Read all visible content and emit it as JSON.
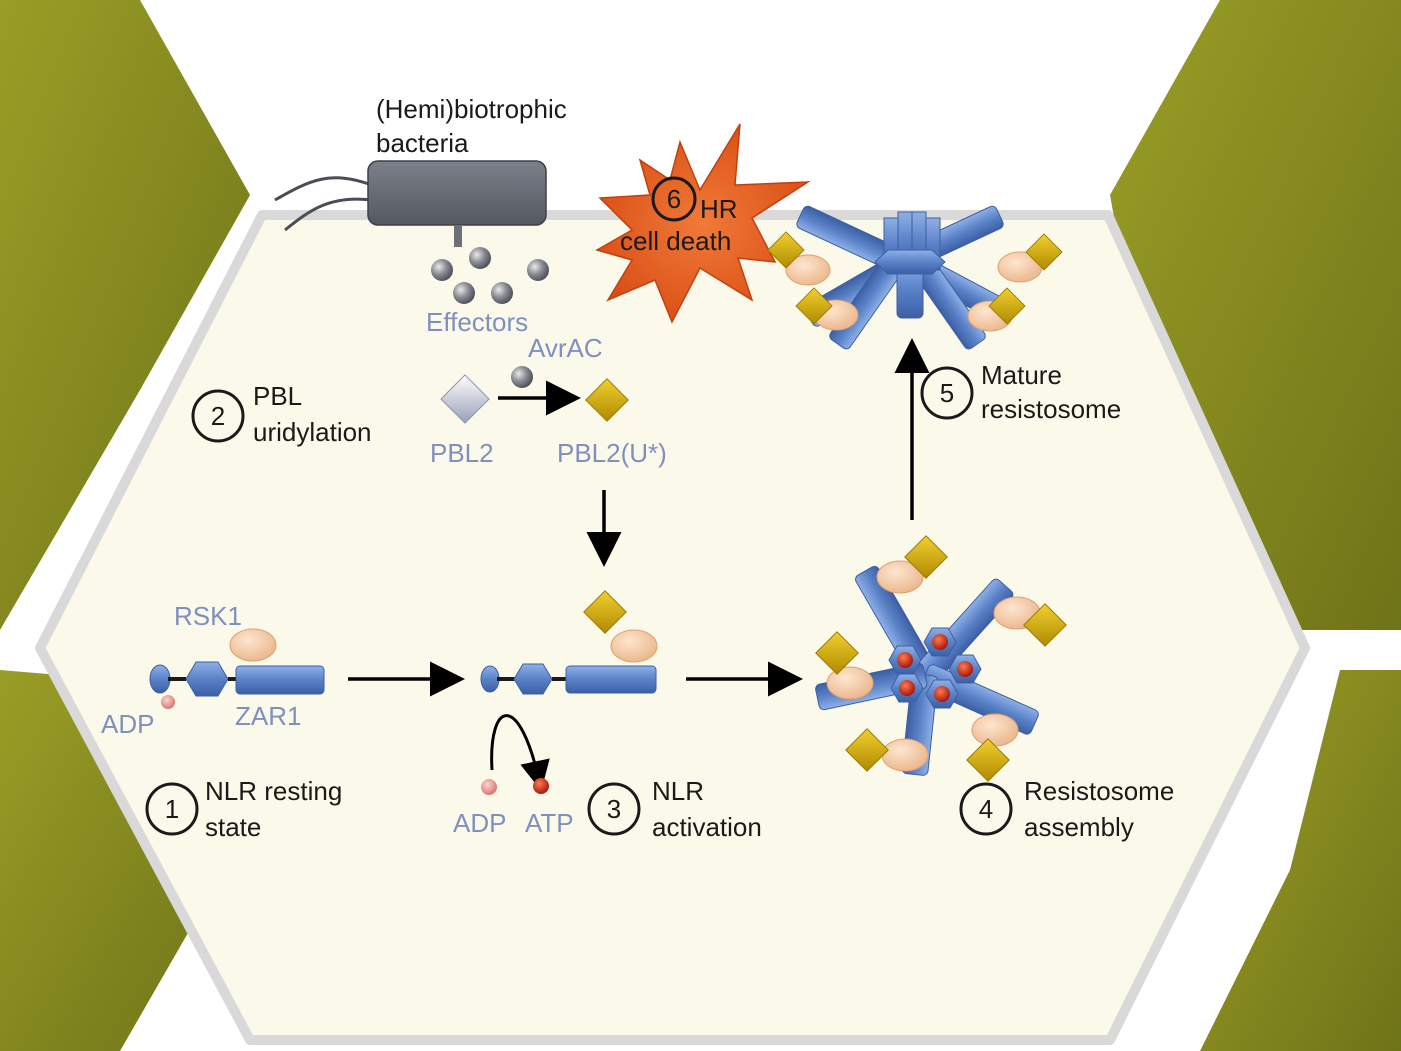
{
  "title": "",
  "colors": {
    "cell_wall": "#8a8e1e",
    "cytoplasm": "#fbfaea",
    "bacteria": "#6c7079",
    "protein_blue": "#5a82c8",
    "rsk1": "#f5c9a0",
    "pbl2_u": "#d8b400",
    "pbl2": "#c8cedc",
    "adp": "#e88c88",
    "atp": "#c81e10",
    "hr_burst": "#e0561c",
    "label_blue": "#7f8fbf",
    "label_black": "#1a1a1a"
  },
  "labels": {
    "bacteria": [
      "(Hemi)biotrophic",
      "bacteria"
    ],
    "effectors": "Effectors",
    "avrac": "AvrAC",
    "pbl2": "PBL2",
    "pbl2u": "PBL2(U*)",
    "rsk1": "RSK1",
    "adp_resting": "ADP",
    "zar1": "ZAR1",
    "adp_activation": "ADP",
    "atp_activation": "ATP"
  },
  "steps": [
    {
      "number": "1",
      "lines": [
        "NLR resting",
        "state"
      ]
    },
    {
      "number": "2",
      "lines": [
        "PBL",
        "uridylation"
      ]
    },
    {
      "number": "3",
      "lines": [
        "NLR",
        "activation"
      ]
    },
    {
      "number": "4",
      "lines": [
        "Resistosome",
        "assembly"
      ]
    },
    {
      "number": "5",
      "lines": [
        "Mature",
        "resistosome"
      ]
    },
    {
      "number": "6",
      "lines": [
        "HR",
        "cell death"
      ]
    }
  ]
}
